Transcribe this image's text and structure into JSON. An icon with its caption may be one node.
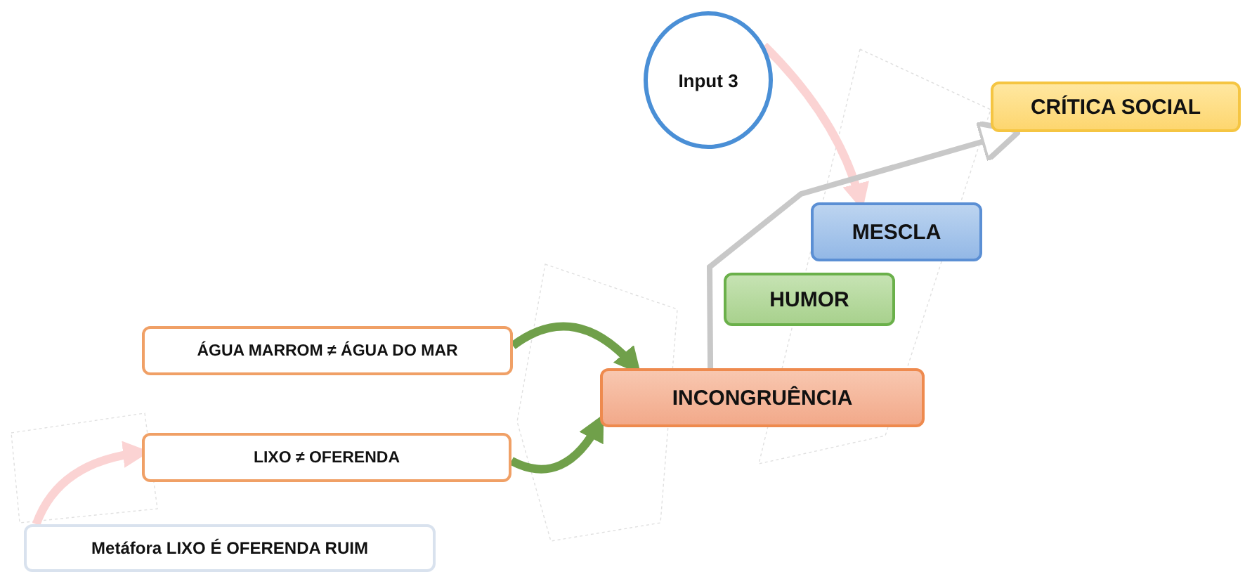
{
  "diagram": {
    "nodes": [
      {
        "text": [
          "Input 3"
        ]
      },
      {
        "text": [
          "CRÍTICA SOCIAL"
        ]
      },
      {
        "text": [
          "MESCLA"
        ]
      },
      {
        "text": [
          "HUMOR"
        ]
      },
      {
        "text": [
          "ÁGUA MARROM ≠ ÁGUA DO MAR"
        ]
      },
      {
        "text": [
          "INCONGRUÊNCIA"
        ]
      },
      {
        "text": [
          "LIXO ≠ OFERENDA"
        ]
      },
      {
        "text": [
          "Metáfora LIXO É OFERENDA RUIM"
        ]
      }
    ],
    "edges": [
      {
        "from": 4,
        "to": 5,
        "arrow": "to",
        "color": "#70a04a"
      },
      {
        "from": 6,
        "to": 5,
        "arrow": "to",
        "color": "#70a04a"
      },
      {
        "from": 7,
        "to": 6,
        "arrow": "to",
        "color": "#fbd3d3"
      },
      {
        "from": 0,
        "to": 2,
        "arrow": "to",
        "color": "#fbd3d3"
      },
      {
        "from": 5,
        "to": 1,
        "arrow": "to",
        "color": "#c8c8c8"
      }
    ]
  }
}
